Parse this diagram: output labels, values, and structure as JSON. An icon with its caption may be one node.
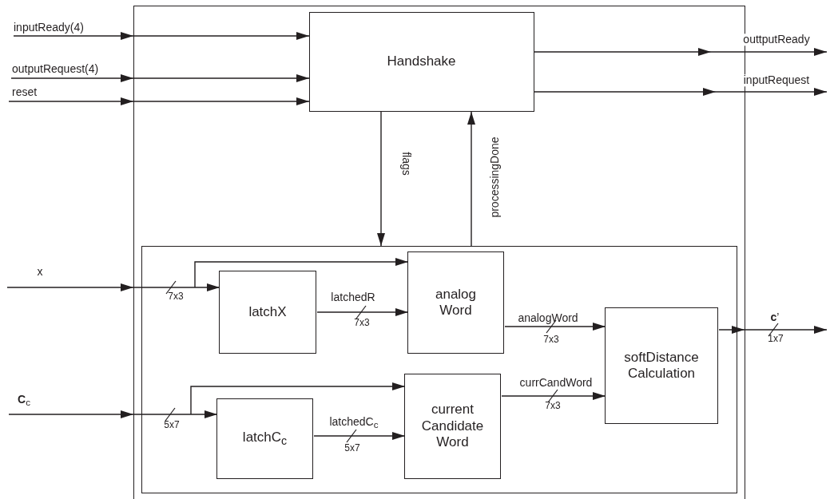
{
  "diagram": {
    "nodes": [
      {
        "text": [],
        "shape": "box"
      },
      {
        "text": [
          "Handshake"
        ],
        "in": 0
      },
      {
        "text": [],
        "shape": "box",
        "in": 0
      },
      {
        "text": [
          "latchX"
        ],
        "in": 2
      },
      {
        "text": [
          "analog Word"
        ],
        "in": 2
      },
      {
        "text": [
          "latchC$_{c}$"
        ],
        "in": 2
      },
      {
        "text": [
          "current Candidate Word"
        ],
        "in": 2
      },
      {
        "text": [
          "softDistance Calculation"
        ],
        "in": 2
      }
    ],
    "edges": [
      {
        "from": null,
        "to": 1,
        "arrow": "to",
        "label": "inputReady(4)"
      },
      {
        "from": null,
        "to": 1,
        "arrow": "to",
        "label": "outputRequest(4)"
      },
      {
        "from": null,
        "to": 1,
        "arrow": "to",
        "label": "reset"
      },
      {
        "from": 1,
        "to": null,
        "arrow": "to",
        "label": "outtputReady"
      },
      {
        "from": 1,
        "to": null,
        "arrow": "to",
        "label": "inputRequest"
      },
      {
        "from": 1,
        "to": 2,
        "arrow": "to",
        "label": "flags"
      },
      {
        "from": 2,
        "to": 1,
        "arrow": "to",
        "label": "processingDone"
      },
      {
        "from": null,
        "to": 3,
        "arrow": "to",
        "label": "x"
      },
      {
        "from": null,
        "to": 4,
        "arrow": "to"
      },
      {
        "from": 3,
        "to": 4,
        "arrow": "to",
        "label": "latchedR"
      },
      {
        "from": null,
        "to": 5,
        "arrow": "to",
        "label": "**C**$_{c}$"
      },
      {
        "from": null,
        "to": 6,
        "arrow": "to"
      },
      {
        "from": 5,
        "to": 6,
        "arrow": "to",
        "label": "latchedC$_{c}$"
      },
      {
        "from": 4,
        "to": 7,
        "arrow": "to",
        "label": "analogWord"
      },
      {
        "from": 6,
        "to": 7,
        "arrow": "to",
        "label": "currCandWord"
      },
      {
        "from": 7,
        "to": null,
        "arrow": "to",
        "label": "**c**’"
      }
    ],
    "labels": [
      "7x3",
      "7x3",
      "7x3",
      "1x7",
      "7x3",
      "5x7",
      "5x7"
    ]
  }
}
